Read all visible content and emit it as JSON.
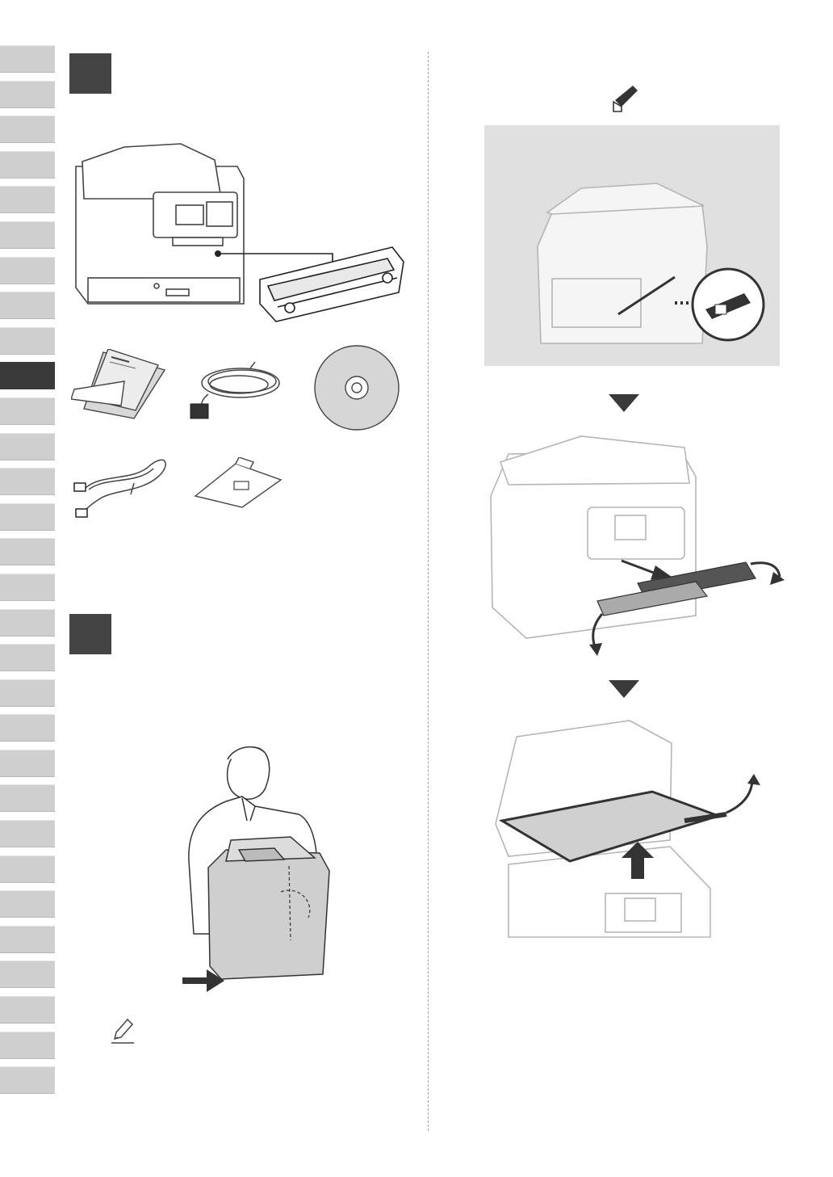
{
  "page": {
    "accent_color": "#444444",
    "tab_color": "#cfcfcf",
    "tab_active_color": "#3a3a3a",
    "sidebar": {
      "tab_count": 30,
      "active_index": 9
    }
  },
  "left_column": {
    "step_1": {
      "contents": [
        "printer-icon",
        "toner-cartridge-icon",
        "manuals-icon",
        "power-cord-icon",
        "cd-rom-icon",
        "telephone-cable-icon",
        "paper-guide-icon"
      ]
    },
    "step_2": {
      "contents": [
        "person-carrying-printer-icon",
        "direction-arrow-icon",
        "note-pencil-icon"
      ]
    }
  },
  "right_column": {
    "tape_icon": "tape-icon",
    "panels": [
      "remove-usb-port-tape",
      "remove-front-tapes",
      "remove-platen-sheet"
    ]
  }
}
